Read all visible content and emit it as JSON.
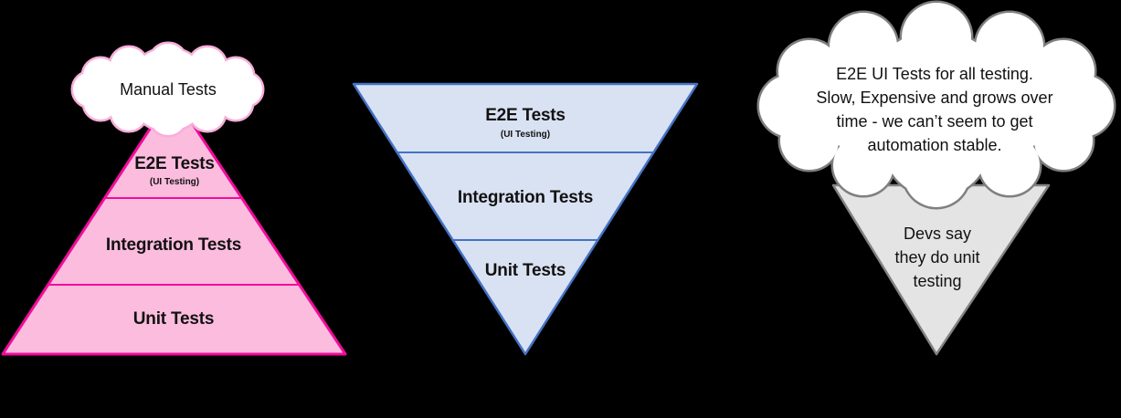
{
  "canvas": {
    "background": "#000000"
  },
  "left_pyramid": {
    "cloud_label": "Manual Tests",
    "levels": [
      {
        "label": "E2E Tests",
        "sublabel": "(UI Testing)"
      },
      {
        "label": "Integration Tests"
      },
      {
        "label": "Unit Tests"
      }
    ],
    "colors": {
      "fill": "#FCBCDE",
      "stroke": "#F10C9B",
      "cloud_fill": "#FFFFFF",
      "cloud_stroke": "#F9AEDB"
    }
  },
  "middle_triangle": {
    "levels": [
      {
        "label": "E2E Tests",
        "sublabel": "(UI Testing)"
      },
      {
        "label": "Integration Tests"
      },
      {
        "label": "Unit Tests"
      }
    ],
    "colors": {
      "fill": "#D9E2F3",
      "stroke": "#4472C4"
    }
  },
  "right_callout": {
    "cloud_lines": [
      "E2E UI Tests for all testing.",
      "Slow, Expensive and grows over",
      "time - we can’t seem to get",
      "automation stable."
    ],
    "triangle_lines": [
      "Devs say",
      "they do unit",
      "testing"
    ],
    "colors": {
      "fill": "#E4E4E4",
      "stroke": "#828282",
      "cloud_fill": "#FFFFFF",
      "cloud_stroke": "#7F7F7F"
    }
  }
}
